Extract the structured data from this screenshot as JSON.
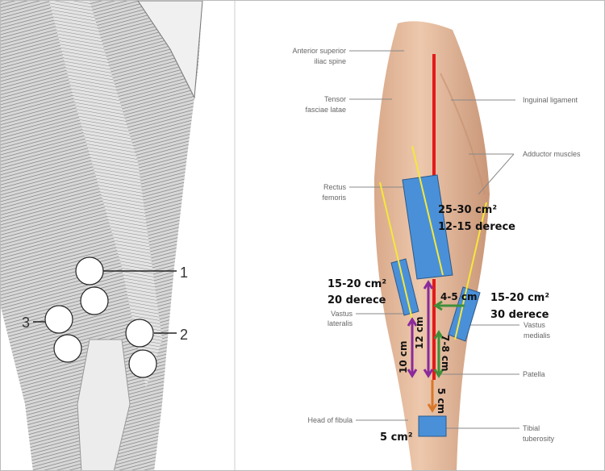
{
  "left_figure": {
    "markers": [
      "1",
      "2",
      "3"
    ]
  },
  "right_figure": {
    "anatomy_labels": {
      "asis_1": "Anterior superior",
      "asis_2": "iliac spine",
      "tfl_1": "Tensor",
      "tfl_2": "fasciae latae",
      "inguinal": "Inguinal ligament",
      "adductor": "Adductor muscles",
      "rf_1": "Rectus",
      "rf_2": "femoris",
      "vl_1": "Vastus",
      "vl_2": "lateralis",
      "vm_1": "Vastus",
      "vm_2": "medialis",
      "patella": "Patella",
      "fibula": "Head of fibula",
      "tt_1": "Tibial",
      "tt_2": "tuberosity"
    },
    "annotations": {
      "rf_area": "25-30 cm²",
      "rf_angle": "12-15 derece",
      "vl_area": "15-20 cm²",
      "vl_angle": "20 derece",
      "vm_area": "15-20 cm²",
      "vm_angle": "30 derece",
      "tt_area": "5 cm²",
      "d_4_5": "4-5 cm",
      "d_10": "10 cm",
      "d_12": "12 cm",
      "d_7_8": "7-8 cm",
      "d_5": "5 cm"
    },
    "colors": {
      "skin": "#e8bfa0",
      "pad": "#4a90d9",
      "red": "#e31b1b",
      "yellow": "#f5e83a",
      "purple": "#8b2a9b",
      "green": "#3f8f3a",
      "orange": "#d9782a"
    }
  }
}
